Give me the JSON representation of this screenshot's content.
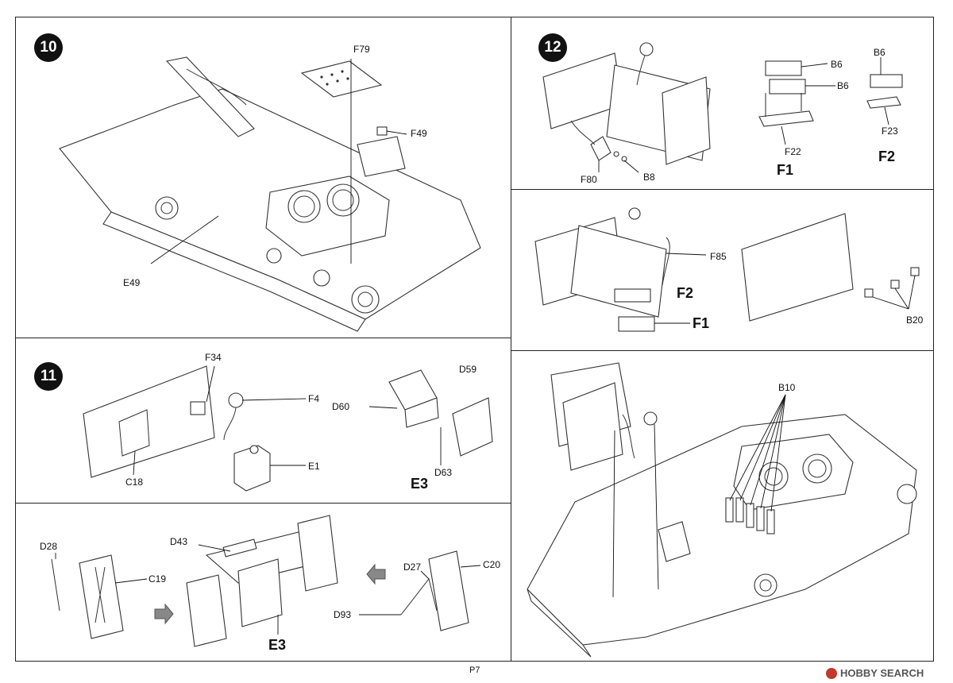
{
  "page_number": "P7",
  "watermark": "HOBBY SEARCH",
  "steps": [
    {
      "number": "10",
      "labels": {
        "f79": "F79",
        "f49": "F49",
        "e49": "E49"
      }
    },
    {
      "number": "11",
      "labels": {
        "f34": "F34",
        "f4": "F4",
        "e1": "E1",
        "c18": "C18",
        "d60": "D60",
        "d59": "D59",
        "d63": "D63",
        "e3": "E3"
      }
    },
    {
      "number": "12",
      "labels": {
        "b6a": "B6",
        "b6b": "B6",
        "b6c": "B6",
        "f22": "F22",
        "f1": "F1",
        "f23": "F23",
        "f2": "F2",
        "f80": "F80",
        "b8": "B8"
      }
    },
    {
      "labels": {
        "f85": "F85",
        "f2": "F2",
        "f1": "F1",
        "b20": "B20"
      }
    },
    {
      "labels": {
        "b10": "B10"
      }
    },
    {
      "labels": {
        "d28": "D28",
        "c19": "C19",
        "d43": "D43",
        "e3": "E3",
        "d27": "D27",
        "c20": "C20",
        "d93": "D93"
      }
    }
  ],
  "icons": [
    "arrow-right-icon",
    "arrow-left-icon",
    "hobby-search-logo"
  ]
}
